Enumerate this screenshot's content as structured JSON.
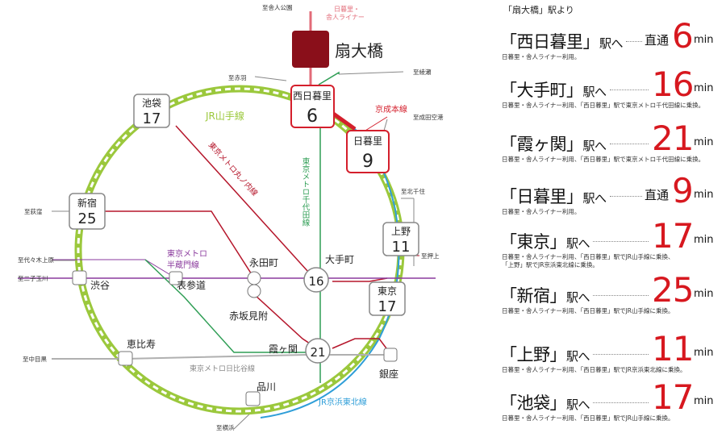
{
  "colors": {
    "yamanote": "#9bc83c",
    "keihin_tohoku": "#2f9ed8",
    "chiyoda": "#2f9e55",
    "marunouchi": "#b5162b",
    "hanzomon": "#8a3a9d",
    "hibiya": "#b0b0b0",
    "nippori_toneri": "#e26b78",
    "keisei": "#d41f2c",
    "highlight": "#d41f2c",
    "home_station": "#8a0f1a",
    "minutes": "#d7181f"
  },
  "map": {
    "home_station": {
      "name": "扇大橋"
    },
    "stations": [
      {
        "id": "nishinippori",
        "name": "西日暮里",
        "minutes": "6",
        "style": "highlight"
      },
      {
        "id": "nippori",
        "name": "日暮里",
        "minutes": "9",
        "style": "highlight"
      },
      {
        "id": "ikebukuro",
        "name": "池袋",
        "minutes": "17",
        "style": "box"
      },
      {
        "id": "shinjuku",
        "name": "新宿",
        "minutes": "25",
        "style": "box"
      },
      {
        "id": "ueno",
        "name": "上野",
        "minutes": "11",
        "style": "box"
      },
      {
        "id": "tokyo",
        "name": "東京",
        "minutes": "17",
        "style": "box"
      },
      {
        "id": "otemachi",
        "name": "大手町",
        "minutes": "16",
        "style": "circle"
      },
      {
        "id": "kasumigaseki",
        "name": "霞ヶ関",
        "minutes": "21",
        "style": "circle"
      }
    ],
    "small_stations": [
      "渋谷",
      "表参道",
      "永田町",
      "赤坂見附",
      "恵比寿",
      "品川",
      "銀座"
    ],
    "line_labels": {
      "yamanote": "JR山手線",
      "keihin_tohoku": "JR京浜東北線",
      "chiyoda": "東京メトロ千代田線",
      "marunouchi": "東京メトロ丸ノ内線",
      "hanzomon": "東京メトロ半蔵門線",
      "hibiya": "東京メトロ日比谷線",
      "keisei": "京成本線",
      "nippori_toneri": "日暮里・舎人ライナー"
    },
    "directions": {
      "toneri_koen": "至舎人公園",
      "akabane": "至赤羽",
      "ayase": "至綾瀬",
      "narita": "至成田空港",
      "kitasenju": "至北千住",
      "ogikubo": "至荻窪",
      "yoyogi_uehara": "至代々木上原",
      "futako_tamagawa": "至二子玉川",
      "oshiage": "至押上",
      "naka_meguro": "至中目黒",
      "yokohama": "至横浜"
    }
  },
  "panel": {
    "title": "「扇大橋」駅より",
    "he": "駅へ",
    "direct_label": "直通",
    "unit": "min",
    "routes": [
      {
        "station": "「西日暮里」",
        "minutes": "6",
        "direct": true,
        "note": "日暮里・舎人ライナー利用。"
      },
      {
        "station": "「大手町」",
        "minutes": "16",
        "direct": false,
        "note": "日暮里・舎人ライナー利用、「西日暮里」駅で東京メトロ千代田線に乗換。"
      },
      {
        "station": "「霞ヶ関」",
        "minutes": "21",
        "direct": false,
        "note": "日暮里・舎人ライナー利用、「西日暮里」駅で東京メトロ千代田線に乗換。"
      },
      {
        "station": "「日暮里」",
        "minutes": "9",
        "direct": true,
        "note": "日暮里・舎人ライナー利用。"
      },
      {
        "station": "「東京」",
        "minutes": "17",
        "direct": false,
        "note": "日暮里・舎人ライナー利用、「西日暮里」駅でJR山手線に乗換、\n「上野」駅でJR京浜東北線に乗換。"
      },
      {
        "station": "「新宿」",
        "minutes": "25",
        "direct": false,
        "note": "日暮里・舎人ライナー利用、「西日暮里」駅でJR山手線に乗換。"
      },
      {
        "station": "「上野」",
        "minutes": "11",
        "direct": false,
        "note": "日暮里・舎人ライナー利用、「西日暮里」駅でJR京浜東北線に乗換。"
      },
      {
        "station": "「池袋」",
        "minutes": "17",
        "direct": false,
        "note": "日暮里・舎人ライナー利用、「西日暮里」駅でJR山手線に乗換。"
      }
    ]
  }
}
